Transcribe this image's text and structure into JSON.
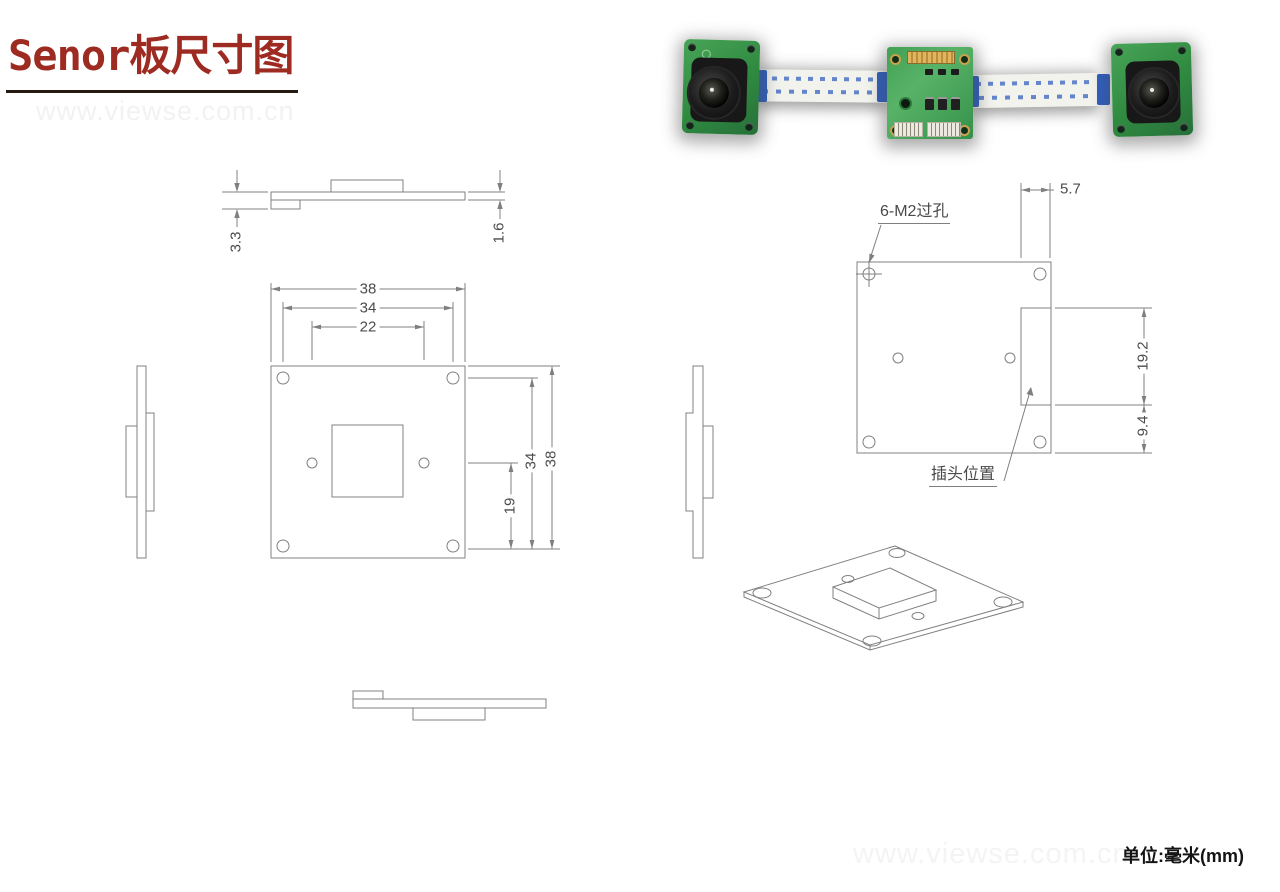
{
  "page": {
    "title": "Senor板尺寸图",
    "watermark": "www.viewse.com.cn",
    "unit_note": "单位:毫米(mm)"
  },
  "callouts": {
    "m2_holes": "6-M2过孔",
    "plug_position": "插头位置"
  },
  "dimensions": {
    "side_top": {
      "total_height": "3.3",
      "pcb_thickness": "1.6"
    },
    "front": {
      "board_width": "38",
      "hole_pitch_h": "34",
      "inner_hole_pitch": "22",
      "board_height": "38",
      "hole_pitch_v": "34",
      "inner_to_bottom": "19"
    },
    "back": {
      "plug_offset_right": "5.7",
      "plug_length": "19.2",
      "plug_to_bottom": "9.4"
    }
  },
  "colors": {
    "title_red": "#9e2b22",
    "drawing_line": "#808080",
    "dim_text": "#4c4c4c",
    "pcb_green": "#3c9d4e",
    "ribbon_blue": "#2f5fc0",
    "watermark_gray": "#f2f2f2"
  }
}
